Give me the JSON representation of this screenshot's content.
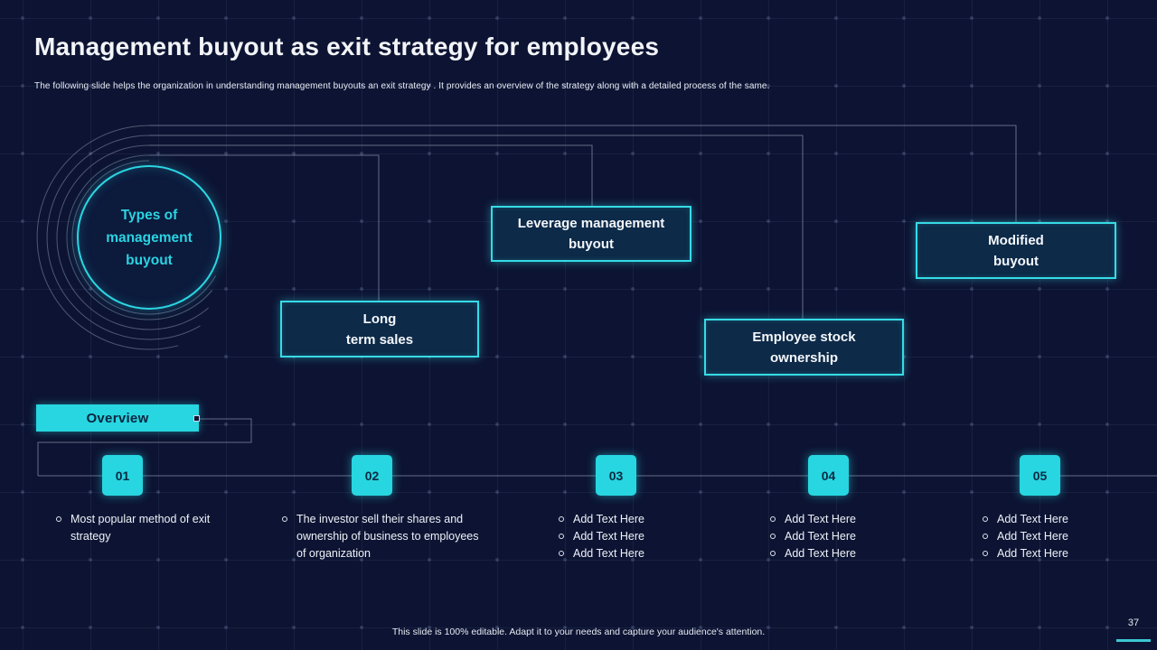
{
  "slide": {
    "title": "Management buyout as exit strategy for employees",
    "subtitle": "The following slide helps the organization in understanding management buyouts an exit strategy . It provides an overview of the strategy along with a detailed process of the same.",
    "footer": "This slide is 100% editable. Adapt it to your needs and capture your audience's attention.",
    "page_number": "37"
  },
  "diagram": {
    "hub_label": "Types of\nmanagement\nbuyout",
    "overview_label": "Overview",
    "type_boxes": [
      {
        "label": "Leverage management\nbuyout"
      },
      {
        "label": "Long\nterm sales"
      },
      {
        "label": "Employee stock\nownership"
      },
      {
        "label": "Modified\nbuyout"
      }
    ]
  },
  "timeline": {
    "steps": [
      {
        "number": "01",
        "bullets": [
          "Most popular method of exit strategy"
        ]
      },
      {
        "number": "02",
        "bullets": [
          "The investor sell their shares and ownership of business to employees of organization"
        ]
      },
      {
        "number": "03",
        "bullets": [
          "Add Text Here",
          "Add Text Here",
          "Add Text Here"
        ]
      },
      {
        "number": "04",
        "bullets": [
          "Add Text Here",
          "Add Text Here",
          "Add Text Here"
        ]
      },
      {
        "number": "05",
        "bullets": [
          "Add Text Here",
          "Add Text Here",
          "Add Text Here"
        ]
      }
    ]
  },
  "colors": {
    "background": "#0d1433",
    "accent_cyan": "#27d6e0",
    "box_border": "#36dbe6",
    "box_fill": "#0d2a48",
    "text_white": "#f2f4f8",
    "connector_line": "#aab4cc"
  }
}
